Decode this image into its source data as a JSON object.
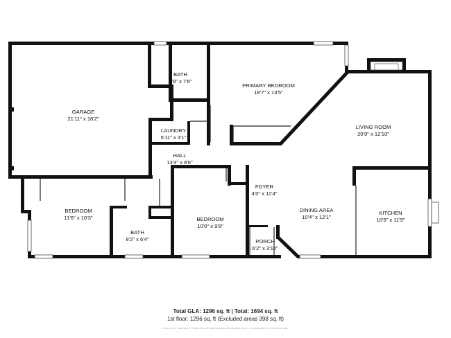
{
  "rooms": {
    "garage": {
      "name": "GARAGE",
      "dim": "21'11\" x 18'2\""
    },
    "bath_top": {
      "name": "BATH",
      "dim": "7'8\" x 7'6\""
    },
    "primary_bedroom": {
      "name": "PRIMARY BEDROOM",
      "dim": "18'7\" x 13'5\""
    },
    "laundry": {
      "name": "LAUNDRY",
      "dim": "5'11\" x 3'1\""
    },
    "hall": {
      "name": "HALL",
      "dim": "13'4\" x 8'6\""
    },
    "living_room": {
      "name": "LIVING ROOM",
      "dim": "20'9\" x 12'10\""
    },
    "foyer": {
      "name": "FOYER",
      "dim": "4'0\" x 11'4\""
    },
    "bedroom_left": {
      "name": "BEDROOM",
      "dim": "11'6\" x 10'3\""
    },
    "bedroom_mid": {
      "name": "BEDROOM",
      "dim": "10'0\" x 9'8\""
    },
    "bath_bottom": {
      "name": "BATH",
      "dim": "8'2\" x 6'4\""
    },
    "dining_area": {
      "name": "DINING AREA",
      "dim": "10'4\" x 12'1\""
    },
    "kitchen": {
      "name": "KITCHEN",
      "dim": "10'5\" x 11'9\""
    },
    "porch": {
      "name": "PORCH",
      "dim": "6'2\" x 3'10\""
    }
  },
  "footer": {
    "total_label": "Total GLA: 1296 sq. ft | Total: 1694 sq. ft",
    "floor_line": "1st floor: 1296 sq. ft (Excluded areas 398 sq. ft)",
    "disclaimer": "FLOOR PLAN CREATED BY CUBICASA APP. MEASUREMENTS DEEMED HIGHLY RELIABLE BUT NOT GUARANTEED."
  }
}
